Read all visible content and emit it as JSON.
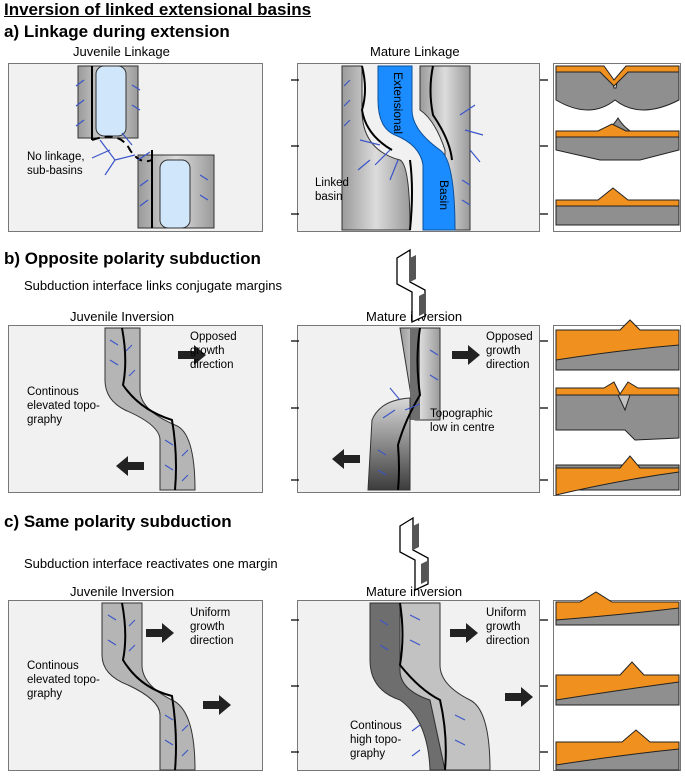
{
  "title": "Inversion of linked extensional basins",
  "sections": {
    "a": {
      "heading": "a)  Linkage during extension",
      "left_title": "Juvenile Linkage",
      "right_title": "Mature Linkage",
      "left_note": "No linkage,\nsub-basins",
      "right_note": "Linked\nbasin",
      "basin_label_1": "Extensional",
      "basin_label_2": "Basin"
    },
    "b": {
      "heading": "b)  Opposite polarity subduction",
      "subtitle": "Subduction interface links conjugate margins",
      "left_title": "Juvenile Inversion",
      "right_title": "Mature inversion",
      "growth_left": "Opposed\ngrowth\ndirection",
      "growth_right": "Opposed\ngrowth\ndirection",
      "left_note": "Continous\nelevated topo-\ngraphy",
      "right_note": "Topographic\nlow in centre"
    },
    "c": {
      "heading": "c)  Same polarity subduction",
      "subtitle": "Subduction interface reactivates one margin",
      "left_title": "Juvenile Inversion",
      "right_title": "Mature inversion",
      "growth_left": "Uniform\ngrowth\ndirection",
      "growth_right": "Uniform\ngrowth\ndirection",
      "left_note": "Continous\nelevated topo-\ngraphy",
      "right_note": "Continous\nhigh topo-\ngraphy"
    }
  },
  "colors": {
    "panel_bg": "#f1f1f1",
    "panel_border": "#777777",
    "basin_blue": "#1a8cff",
    "light_blue": "#cfe6fb",
    "orange": "#f0901e",
    "dark_gray": "#6e6e6e",
    "mid_gray": "#a9a9a9",
    "river_blue": "#3b55c9"
  }
}
